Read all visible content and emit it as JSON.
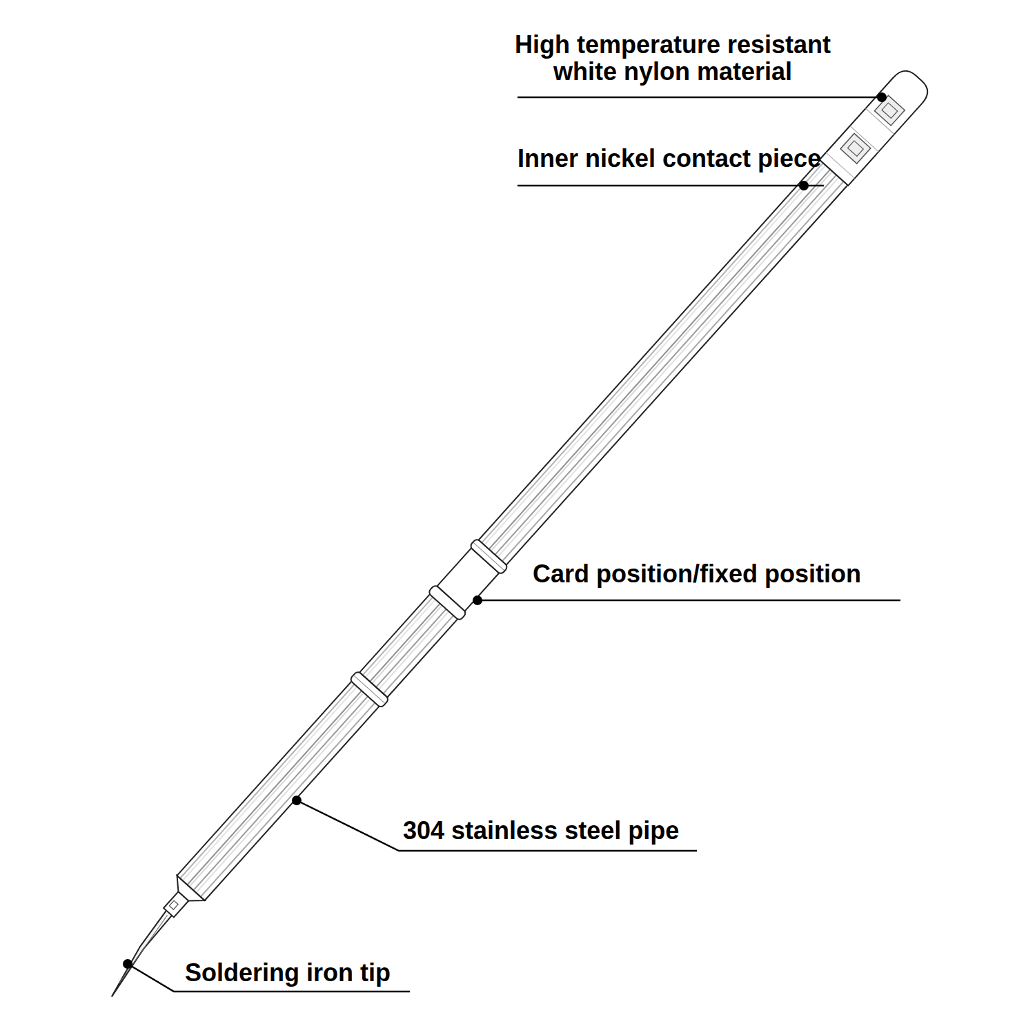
{
  "diagram": {
    "labels": [
      "High temperature resistant white nylon material",
      "Inner nickel contact piece",
      "Card position/fixed position",
      "304 stainless steel pipe",
      "Soldering iron tip"
    ]
  }
}
